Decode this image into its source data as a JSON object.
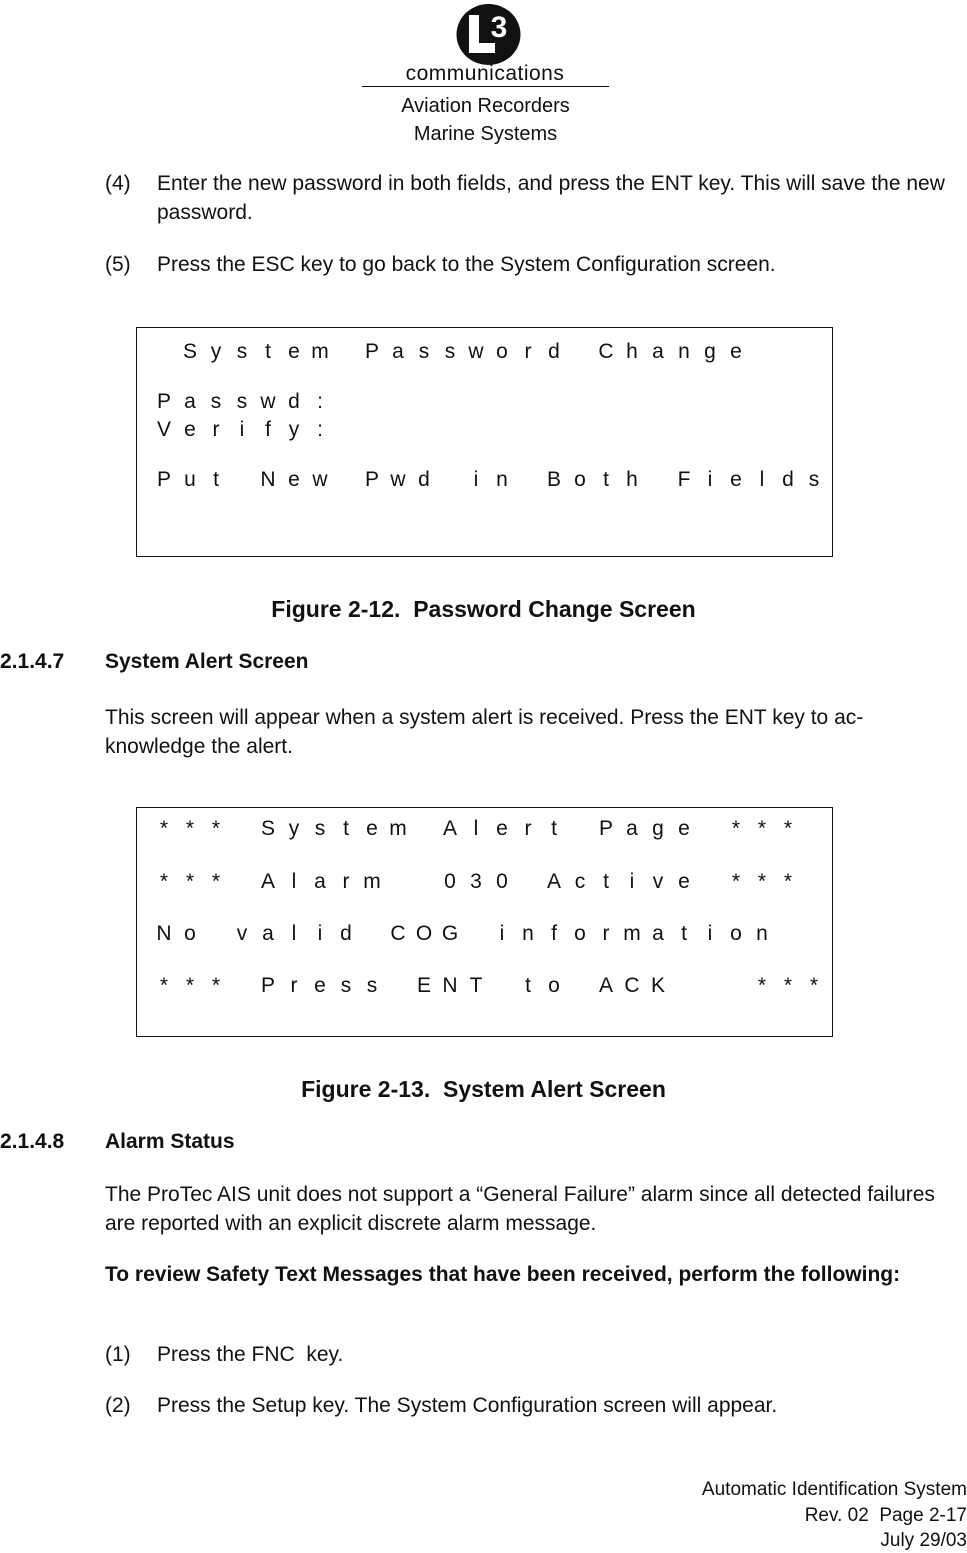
{
  "header": {
    "logo_text": "L3",
    "brand": "communications",
    "line1": "Aviation Recorders",
    "line2": "Marine Systems"
  },
  "steps_top": [
    {
      "num": "(4)",
      "text": "Enter the new password in both fields, and press the ENT key. This will save the new password."
    },
    {
      "num": "(5)",
      "text": "Press the ESC key to go back to the System Configuration screen."
    }
  ],
  "screen1": {
    "lines": [
      "  System Password Change",
      "",
      "Passwd:",
      "Verify:",
      "",
      "Put New Pwd in Both Fields"
    ],
    "rows": [
      "  System Password Change  ",
      "Passwd:",
      "Verify:",
      "Put  New  Pwd  in  Both  Fields"
    ]
  },
  "figure1": {
    "label": "Figure 2-12.",
    "title": "Password Change Screen"
  },
  "section1": {
    "number": "2.1.4.7",
    "title": "System Alert Screen",
    "body": "This screen will appear when a system alert is received. Press the ENT key to ac-knowledge the alert."
  },
  "screen2": {
    "rows": [
      "*** System Alert  Page  ***",
      "*** Alarm   030 Active  ***",
      "No valid COG information",
      "*** Press ENT to ACK    ***"
    ]
  },
  "figure2": {
    "label": "Figure 2-13.",
    "title": "System Alert Screen"
  },
  "section2": {
    "number": "2.1.4.8",
    "title": "Alarm Status",
    "body": "The ProTec AIS unit does not support a “General Failure” alarm since all detected failures are reported with an explicit discrete alarm message.",
    "instruction": "To review Safety Text Messages that have been received, perform the following:"
  },
  "steps_bottom": [
    {
      "num": "(1)",
      "text": "Press the FNC  key."
    },
    {
      "num": "(2)",
      "text": "Press the Setup key. The System Configuration screen will appear."
    }
  ],
  "footer": {
    "line1": "Automatic Identification System",
    "line2": "Rev. 02  Page 2-17",
    "line3": "July 29/03"
  }
}
